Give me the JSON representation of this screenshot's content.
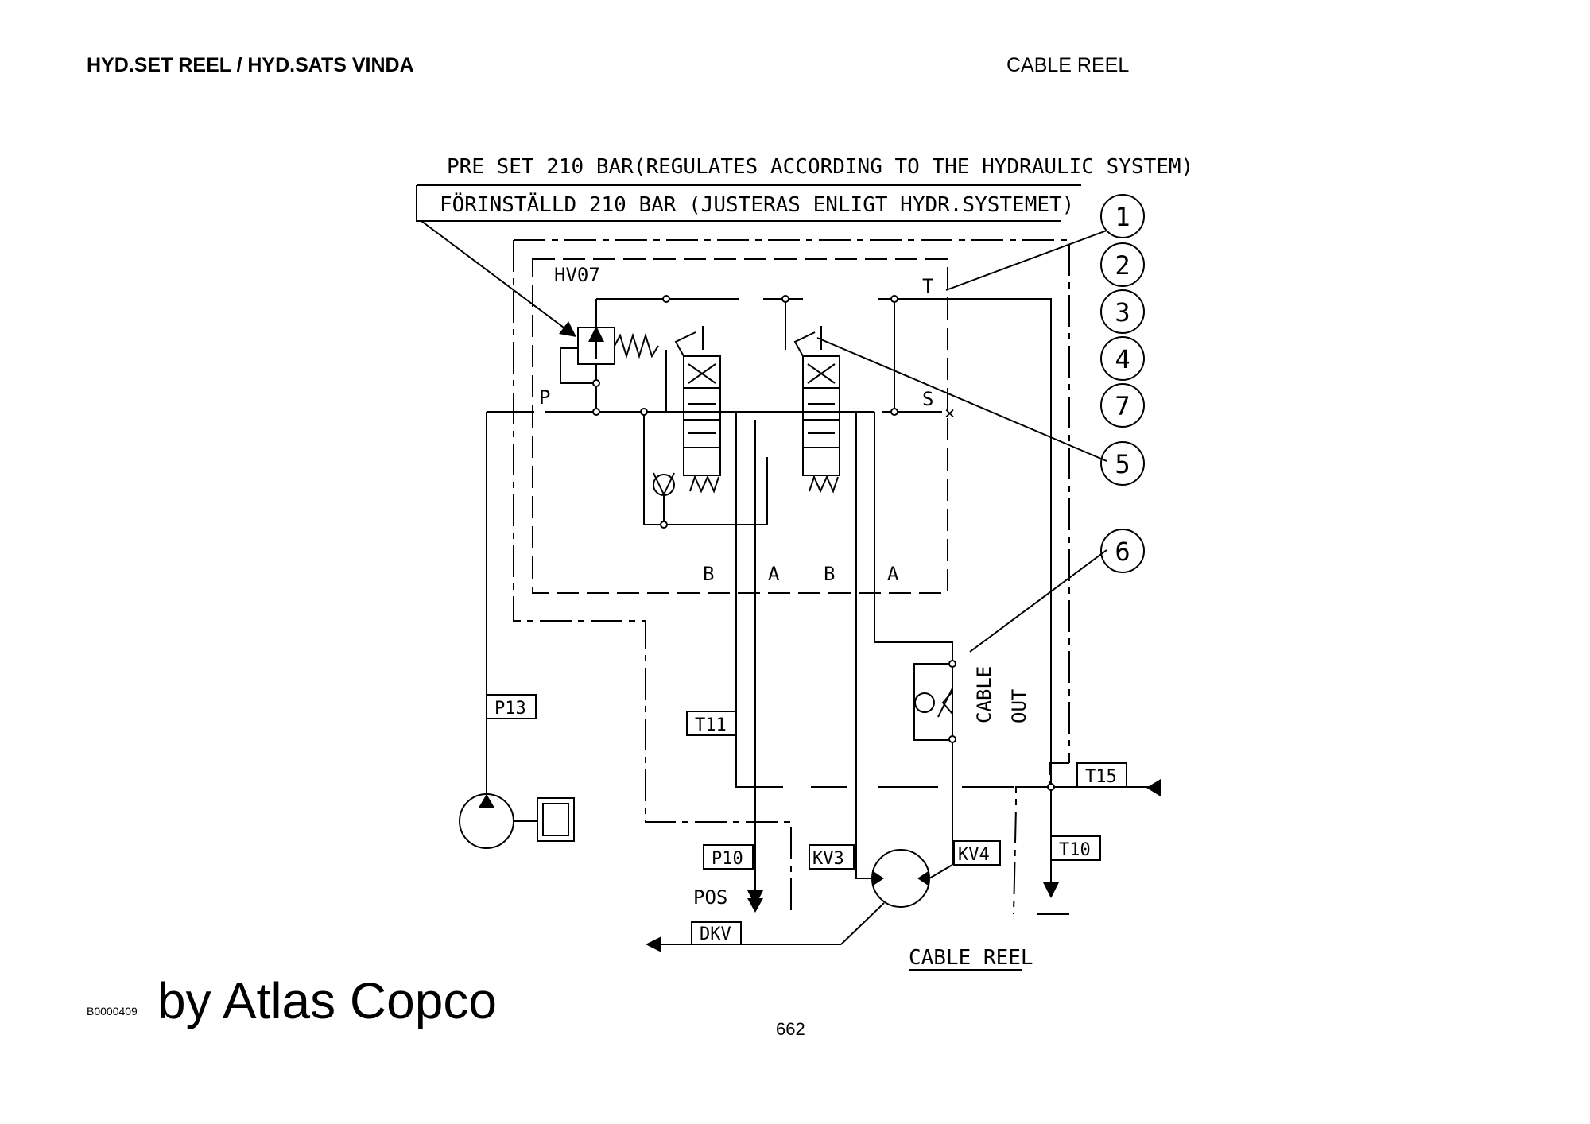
{
  "header": {
    "title_left": "HYD.SET REEL / HYD.SATS VINDA",
    "title_right": "CABLE REEL"
  },
  "diagram": {
    "note_en": "PRE SET 210 BAR(REGULATES ACCORDING TO THE HYDRAULIC SYSTEM)",
    "note_sv": "FÖRINSTÄLLD 210 BAR (JUSTERAS ENLIGT HYDR.SYSTEMET)",
    "valve_block": "HV07",
    "ports": {
      "p": "P",
      "t": "T",
      "s": "S",
      "b1": "B",
      "a1": "A",
      "b2": "B",
      "a2": "A"
    },
    "callouts": [
      "1",
      "2",
      "3",
      "4",
      "7",
      "5",
      "6"
    ],
    "connectors": {
      "p13": "P13",
      "t11": "T11",
      "t15": "T15",
      "t10": "T10",
      "p10": "P10",
      "kv3": "KV3",
      "kv4": "KV4",
      "dkv": "DKV"
    },
    "labels": {
      "pos": "POS",
      "cable": "CABLE",
      "out": "OUT",
      "cable_reel": "CABLE REEL"
    }
  },
  "footer": {
    "drawing_code": "B0000409",
    "credit": "by Atlas Copco",
    "page_number": "662"
  }
}
